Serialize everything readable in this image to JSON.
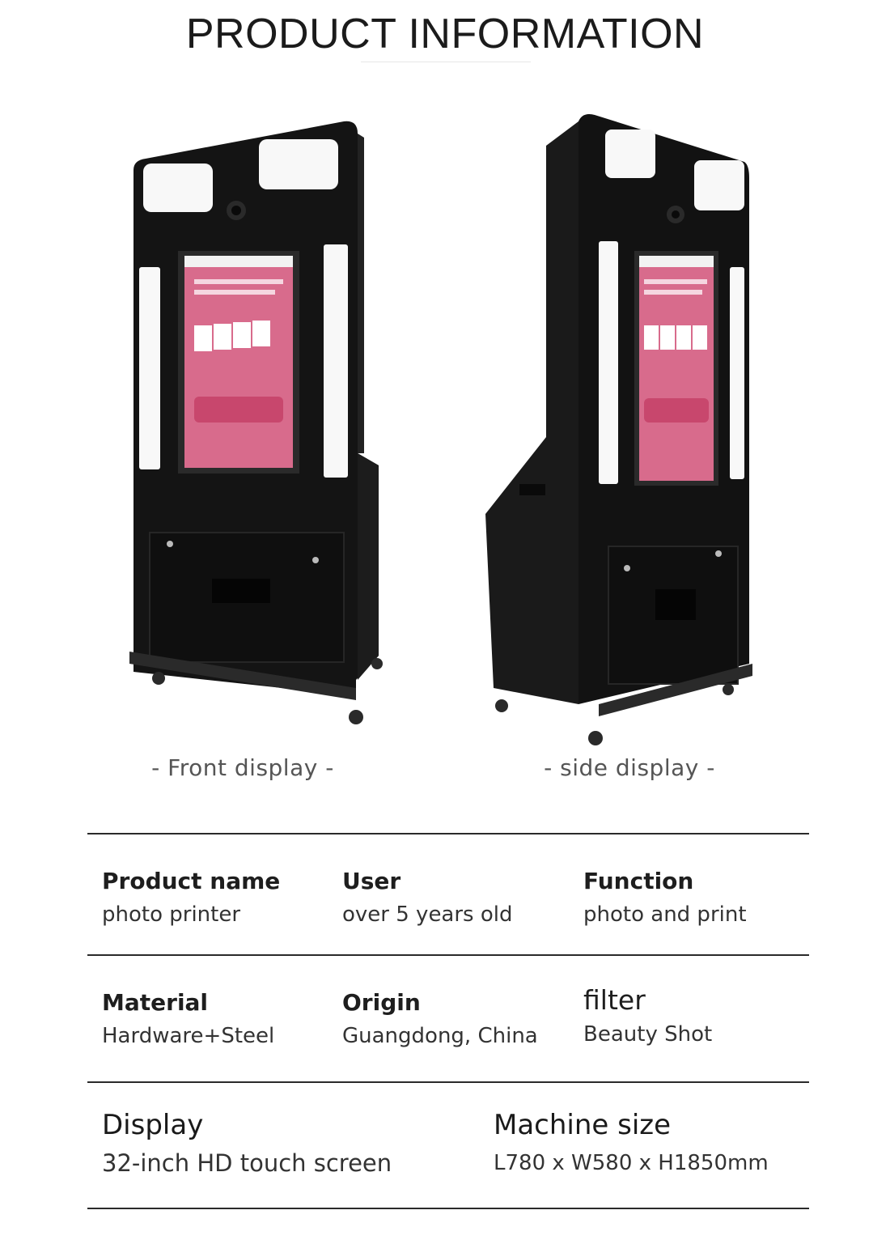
{
  "header": {
    "title": "PRODUCT INFORMATION"
  },
  "gallery": {
    "front_caption": "- Front display -",
    "side_caption": "- side display -",
    "screen_colors": {
      "screen": "#e07a98",
      "button": "#d45b7f",
      "body": "#141414",
      "light": "#f8f8f8"
    }
  },
  "specs": {
    "row1": [
      {
        "label": "Product name",
        "value": "photo printer"
      },
      {
        "label": "User",
        "value": "over 5 years old"
      },
      {
        "label": "Function",
        "value": "photo and print"
      }
    ],
    "row2": [
      {
        "label": "Material",
        "value": "Hardware+Steel"
      },
      {
        "label": "Origin",
        "value": "Guangdong, China"
      },
      {
        "label": "filter",
        "value": "Beauty Shot"
      }
    ],
    "row3": [
      {
        "label": "Display",
        "value": "32-inch HD touch screen"
      },
      {
        "label": "Machine size",
        "value": "L780 x W580 x H1850mm"
      }
    ]
  }
}
